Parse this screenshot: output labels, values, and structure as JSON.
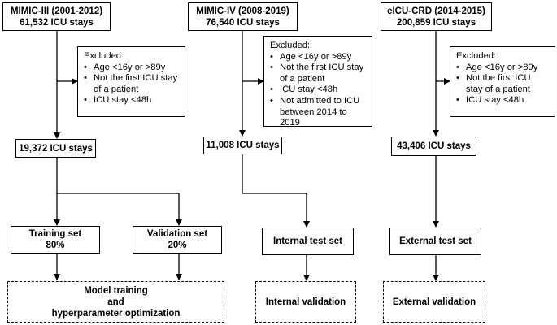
{
  "sources": [
    {
      "title": "MIMIC-III (2001-2012)",
      "count": "61,532 ICU stays"
    },
    {
      "title": "MIMIC-IV (2008-2019)",
      "count": "76,540 ICU stays"
    },
    {
      "title": "eICU-CRD (2014-2015)",
      "count": "200,859 ICU stays"
    }
  ],
  "exclusions": [
    {
      "heading": "Excluded:",
      "items": [
        "Age <16y or >89y",
        "Not the first ICU stay of a patient",
        "ICU stay <48h"
      ]
    },
    {
      "heading": "Excluded:",
      "items": [
        "Age <16y or >89y",
        "Not the first ICU stay of a patient",
        "ICU stay <48h",
        "Not admitted to ICU between 2014 to 2019"
      ]
    },
    {
      "heading": "Excluded:",
      "items": [
        "Age <16y or >89y",
        "Not the first ICU stay of a patient",
        "ICU stay <48h"
      ]
    }
  ],
  "cohorts": [
    "19,372 ICU stays",
    "11,008 ICU stays",
    "43,406 ICU stays"
  ],
  "sets": {
    "training": {
      "title": "Training set",
      "pct": "80%"
    },
    "validation": {
      "title": "Validation set",
      "pct": "20%"
    },
    "internal": "Internal test set",
    "external": "External test set"
  },
  "outcomes": {
    "model": {
      "line1": "Model training",
      "line2": "and",
      "line3": "hyperparameter optimization"
    },
    "internal": "Internal validation",
    "external": "External validation"
  }
}
